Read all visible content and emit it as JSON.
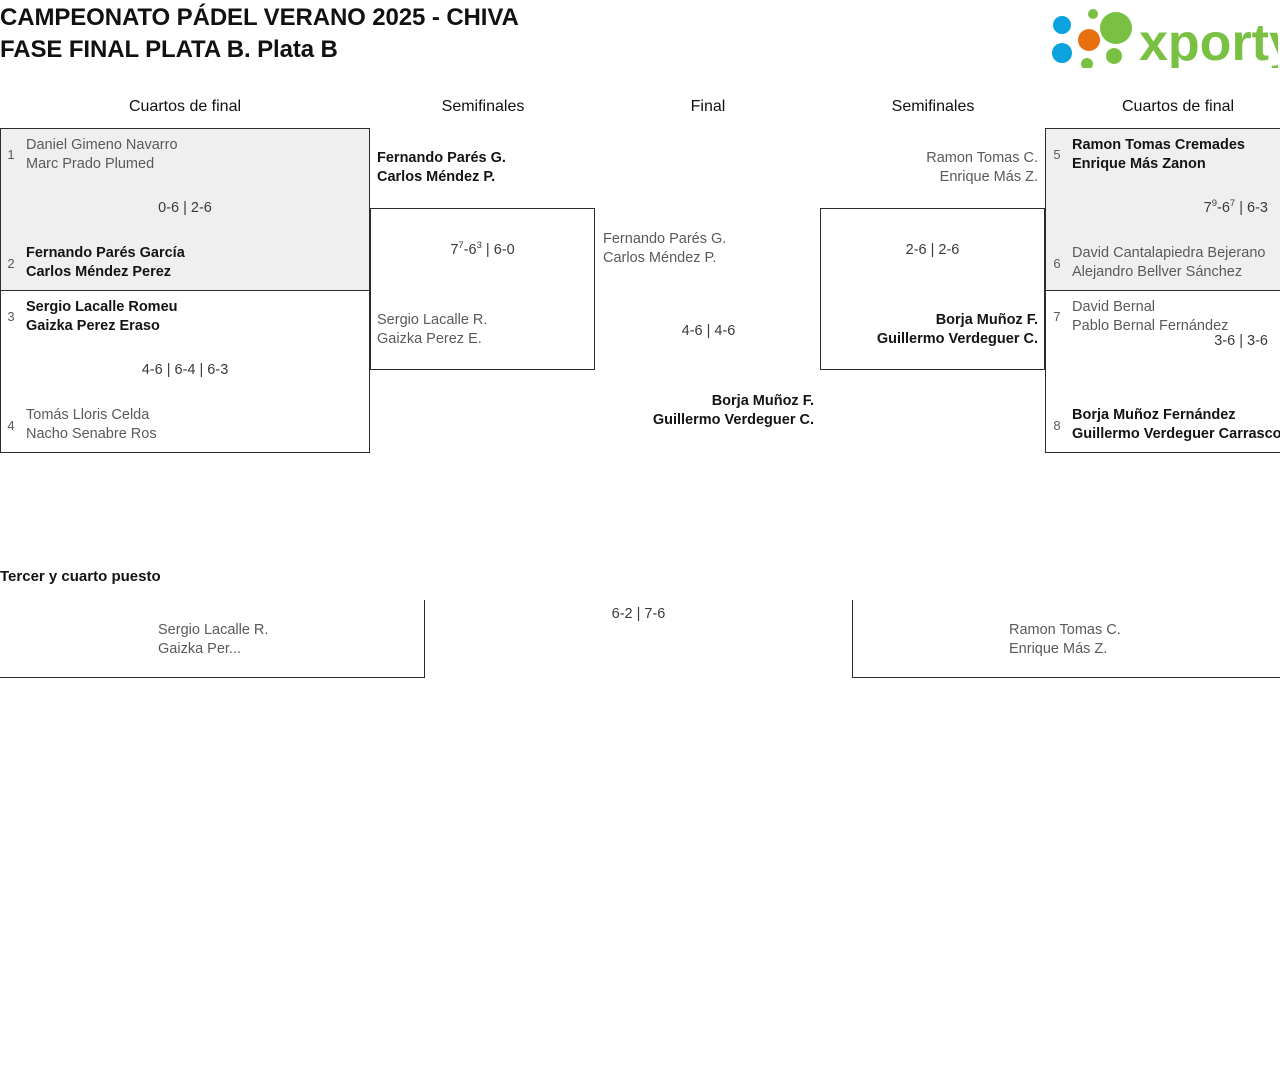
{
  "header": {
    "title_line1": "CAMPEONATO PÁDEL VERANO 2025 - CHIVA",
    "title_line2": "FASE FINAL PLATA B. Plata B",
    "logo_text": "xporty",
    "logo_colors": {
      "green": "#7ac143",
      "orange": "#e8700f",
      "blue": "#0aa3dd"
    }
  },
  "columns": {
    "qf_left": "Cuartos de final",
    "sf_left": "Semifinales",
    "final": "Final",
    "sf_right": "Semifinales",
    "qf_right": "Cuartos de final"
  },
  "bracket": {
    "qf_left": [
      {
        "shaded": true,
        "score": "0-6 | 2-6",
        "top": {
          "seed": "1",
          "line1": "Daniel Gimeno Navarro",
          "line2": "Marc Prado Plumed",
          "winner": false
        },
        "bottom": {
          "seed": "2",
          "line1": "Fernando Parés García",
          "line2": "Carlos Méndez Perez",
          "winner": true
        }
      },
      {
        "shaded": false,
        "score": "4-6 | 6-4 | 6-3",
        "top": {
          "seed": "3",
          "line1": "Sergio Lacalle Romeu",
          "line2": "Gaizka Perez Eraso",
          "winner": true
        },
        "bottom": {
          "seed": "4",
          "line1": "Tomás Lloris Celda",
          "line2": "Nacho Senabre Ros",
          "winner": false
        }
      }
    ],
    "sf_left": [
      {
        "score_pre": "7",
        "score_sup1": "7",
        "score_mid": "-6",
        "score_sup2": "3",
        "score_post": " | 6-0",
        "top": {
          "line1": "Fernando Parés G.",
          "line2": "Carlos Méndez P.",
          "winner": true
        },
        "bottom": {
          "line1": "Sergio Lacalle R.",
          "line2": "Gaizka Perez E.",
          "winner": false
        }
      }
    ],
    "final": [
      {
        "score": "4-6 | 4-6",
        "top": {
          "line1": "Fernando Parés G.",
          "line2": "Carlos Méndez P.",
          "winner": false
        },
        "bottom": {
          "line1": "Borja Muñoz F.",
          "line2": "Guillermo Verdeguer C.",
          "winner": true
        }
      }
    ],
    "sf_right": [
      {
        "score": "2-6 | 2-6",
        "top": {
          "line1": "Ramon Tomas C.",
          "line2": "Enrique Más Z.",
          "winner": false
        },
        "bottom": {
          "line1": "Borja Muñoz F.",
          "line2": "Guillermo Verdeguer C.",
          "winner": true
        }
      }
    ],
    "qf_right": [
      {
        "shaded": true,
        "score_pre": "7",
        "score_sup1": "9",
        "score_mid": "-6",
        "score_sup2": "7",
        "score_post": " | 6-3",
        "top": {
          "seed": "5",
          "line1": "Ramon Tomas Cremades",
          "line2": "Enrique Más Zanon",
          "winner": true
        },
        "bottom": {
          "seed": "6",
          "line1": "David Cantalapiedra Bejerano",
          "line2": "Alejandro Bellver Sánchez",
          "winner": false
        }
      },
      {
        "shaded": false,
        "score": "3-6 | 3-6",
        "top": {
          "seed": "7",
          "line1": "David Bernal",
          "line2": "Pablo Bernal Fernández",
          "winner": false
        },
        "bottom": {
          "seed": "8",
          "line1": "Borja Muñoz Fernández",
          "line2": "Guillermo Verdeguer Carrasco",
          "winner": true
        }
      }
    ]
  },
  "third_place": {
    "title": "Tercer y cuarto puesto",
    "score": "6-2 | 7-6",
    "left": {
      "line1": "Sergio Lacalle R.",
      "line2": "Gaizka Per..."
    },
    "right": {
      "line1": "Ramon Tomas C.",
      "line2": "Enrique Más Z."
    }
  }
}
